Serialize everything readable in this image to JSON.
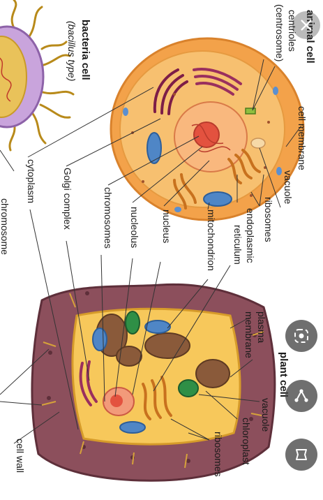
{
  "animal": {
    "title": "animal cell",
    "labels": {
      "centrioles": "centrioles",
      "centrosome": "(centrosome)",
      "cell_membrane": "cell membrane",
      "vacuole": "vacuole",
      "ribosomes": "ribosomes",
      "er_1": "endoplasmic",
      "er_2": "reticulum",
      "mitochondrion": "mitochondrion",
      "nucleus": "nucleus",
      "nucleolus": "nucleolus",
      "chromosomes": "chromosomes",
      "golgi": "Golgi complex",
      "cytoplasm": "cytoplasm"
    }
  },
  "bacteria": {
    "title": "bacteria cell",
    "subtitle": "(bacillus type)",
    "chromosome": "chromosome"
  },
  "plant": {
    "title": "plant cell",
    "labels": {
      "plasma_1": "plasma",
      "plasma_2": "membrane",
      "vacuole": "vacuole",
      "chloroplast": "chloroplast",
      "ribosomes": "ribosomes",
      "cell_wall": "cell wall"
    }
  },
  "ui": {
    "buttons": [
      "close-icon",
      "lens-icon",
      "share-icon",
      "crop-icon"
    ]
  }
}
